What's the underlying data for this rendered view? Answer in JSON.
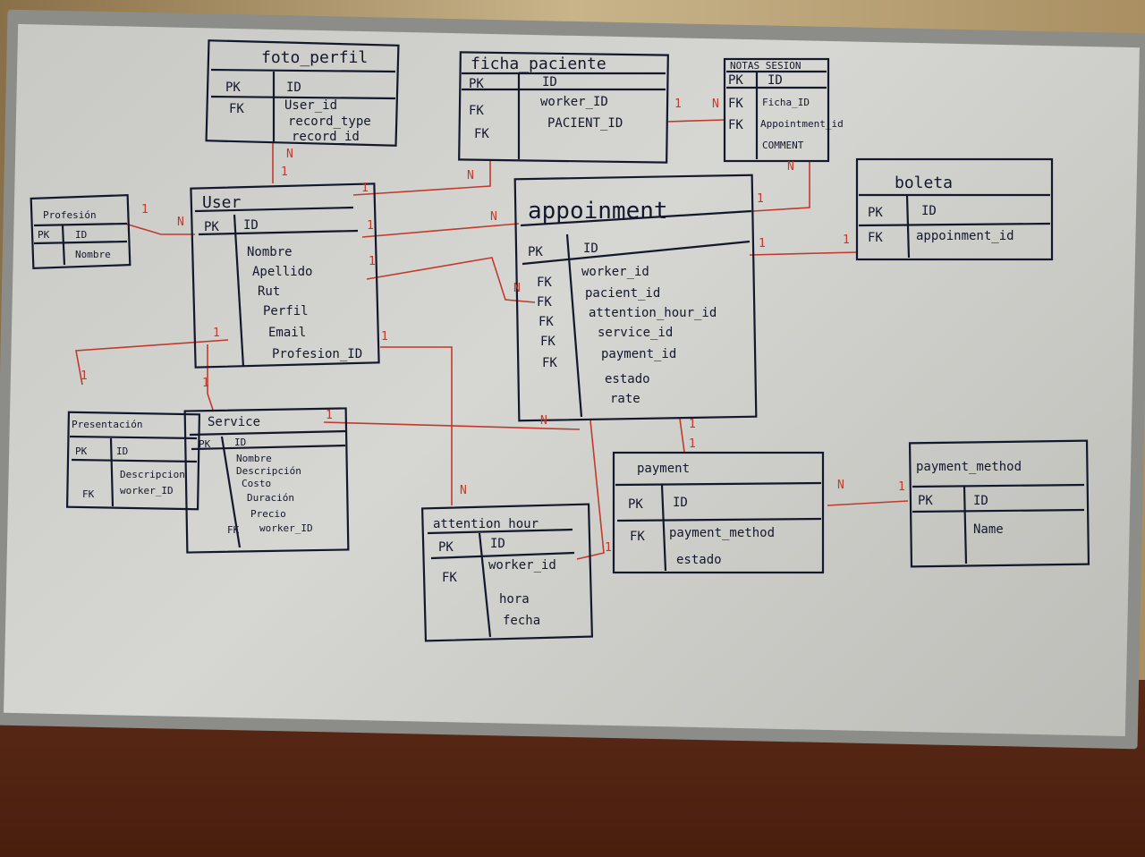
{
  "entities": {
    "foto_perfil": {
      "title": "foto_perfil",
      "rows": [
        [
          "PK",
          "ID"
        ],
        [
          "FK",
          "User_id"
        ],
        [
          "",
          "record_type"
        ],
        [
          "",
          "record_id"
        ]
      ]
    },
    "ficha_paciente": {
      "title": "ficha_paciente",
      "rows": [
        [
          "PK",
          "ID"
        ],
        [
          "FK",
          "worker_ID"
        ],
        [
          "FK",
          "PACIENT_ID"
        ]
      ]
    },
    "notas_sesion": {
      "title": "NOTAS_SESION",
      "rows": [
        [
          "PK",
          "ID"
        ],
        [
          "FK",
          "Ficha_ID"
        ],
        [
          "FK",
          "Appointment_id"
        ],
        [
          "",
          "COMMENT"
        ]
      ]
    },
    "profesion": {
      "title": "Profesión",
      "rows": [
        [
          "PK",
          "ID"
        ],
        [
          "",
          "Nombre"
        ]
      ]
    },
    "user": {
      "title": "User",
      "rows": [
        [
          "PK",
          "ID"
        ],
        [
          "",
          "Nombre"
        ],
        [
          "",
          "Apellido"
        ],
        [
          "",
          "Rut"
        ],
        [
          "",
          "Perfil"
        ],
        [
          "",
          "Email"
        ],
        [
          "",
          "Profesion_ID"
        ]
      ]
    },
    "appoinment": {
      "title": "appoinment",
      "rows": [
        [
          "PK",
          "ID"
        ],
        [
          "FK",
          "worker_id"
        ],
        [
          "FK",
          "pacient_id"
        ],
        [
          "FK",
          "attention_hour_id"
        ],
        [
          "FK",
          "service_id"
        ],
        [
          "FK",
          "payment_id"
        ],
        [
          "",
          "estado"
        ],
        [
          "",
          "rate"
        ]
      ]
    },
    "boleta": {
      "title": "boleta",
      "rows": [
        [
          "PK",
          "ID"
        ],
        [
          "FK",
          "appoinment_id"
        ]
      ]
    },
    "presentacion": {
      "title": "Presentación",
      "rows": [
        [
          "PK",
          "ID"
        ],
        [
          "",
          "Descripcion"
        ],
        [
          "FK",
          "worker_ID"
        ]
      ]
    },
    "service": {
      "title": "Service",
      "rows": [
        [
          "PK",
          "ID"
        ],
        [
          "",
          "Nombre"
        ],
        [
          "",
          "Descripción"
        ],
        [
          "",
          "Costo"
        ],
        [
          "",
          "Duración"
        ],
        [
          "",
          "Precio"
        ],
        [
          "FK",
          "worker_ID"
        ]
      ]
    },
    "attention_hour": {
      "title": "attention_hour",
      "rows": [
        [
          "PK",
          "ID"
        ],
        [
          "FK",
          "worker_id"
        ],
        [
          "",
          "hora"
        ],
        [
          "",
          "fecha"
        ]
      ]
    },
    "payment": {
      "title": "payment",
      "rows": [
        [
          "PK",
          "ID"
        ],
        [
          "FK",
          "payment_method"
        ],
        [
          "",
          "estado"
        ]
      ]
    },
    "payment_method": {
      "title": "payment_method",
      "rows": [
        [
          "PK",
          "ID"
        ],
        [
          "",
          "Name"
        ]
      ]
    }
  },
  "cardinalities": {
    "foto_user_n": "N",
    "foto_user_1": "1",
    "user_ficha_1": "1",
    "user_ficha_n": "N",
    "ficha_notas_1": "1",
    "ficha_notas_n": "N",
    "notas_appt_n": "N",
    "notas_appt_1": "1",
    "prof_user_1": "1",
    "prof_user_n": "N",
    "user_appt_1a": "1",
    "user_appt_na": "N",
    "user_appt_1b": "1",
    "user_appt_nb": "N",
    "appt_boleta_1a": "1",
    "appt_boleta_1b": "1",
    "user_pres_1": "1",
    "user_pres_1b": "1",
    "user_service_1": "1",
    "user_att_1": "1",
    "user_att_n": "N",
    "service_appt_1": "1",
    "service_appt_n": "N",
    "att_appt_1": "1",
    "payment_appt_1": "1",
    "payment_appt_1b": "1",
    "pm_payment_1": "1",
    "pm_payment_n": "N"
  },
  "colors": {
    "ink": "#14182e",
    "relation": "#c23a2c",
    "board": "#d0d0cc"
  }
}
